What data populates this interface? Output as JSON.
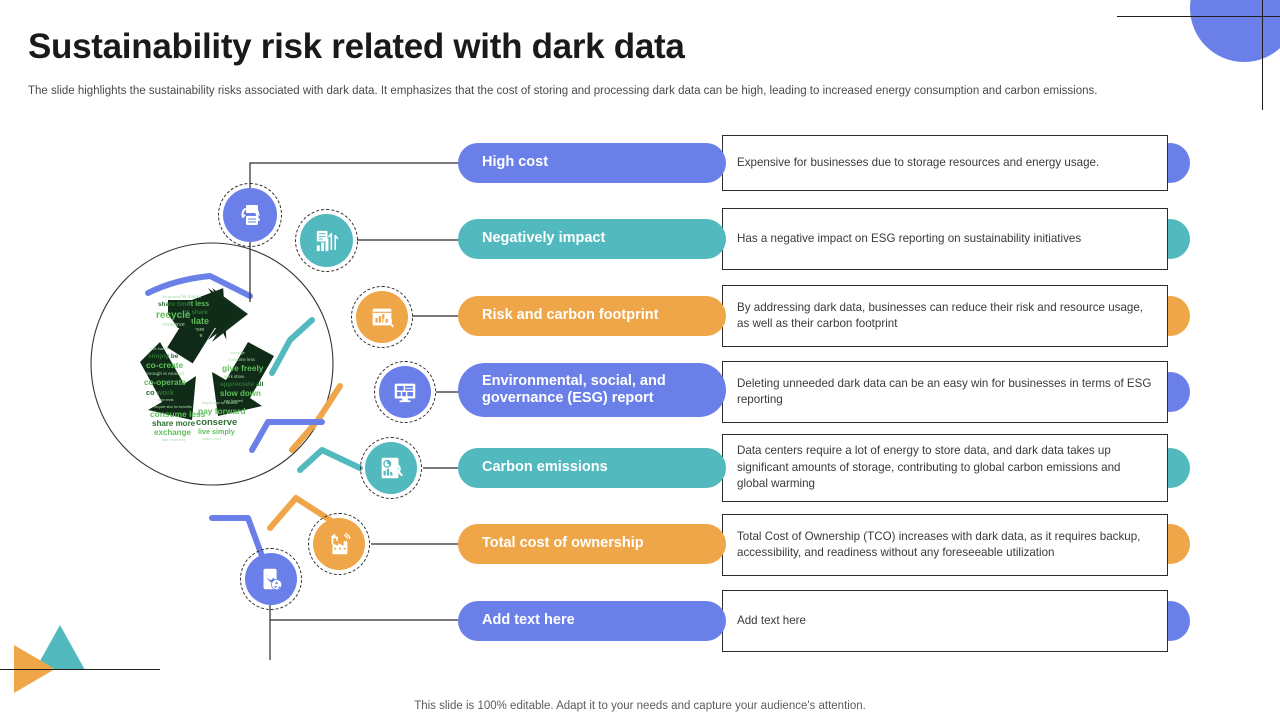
{
  "header": {
    "title": "Sustainability risk related with dark data",
    "subtitle": "The slide highlights the sustainability risks associated with dark data. It emphasizes that the cost of storing and processing dark data can be high, leading to increased energy consumption and carbon emissions."
  },
  "footer": {
    "note": "This slide is 100% editable. Adapt it to your needs and capture your audience's attention."
  },
  "colors": {
    "blue": "#6a80e8",
    "teal": "#52b9bf",
    "orange": "#efa648",
    "title": "#1a1a1a",
    "outline": "#2c2c2c"
  },
  "central_graphic": {
    "name": "recycle-word-cloud",
    "words": [
      "recycle",
      "conserve",
      "share time",
      "react less",
      "work share",
      "circulate",
      "listen more",
      "trust more",
      "offer thanks",
      "simply be",
      "co-create",
      "enough is enough",
      "co-operate",
      "co work",
      "consume less",
      "share more",
      "exchange",
      "take more time",
      "give freely",
      "appreciate all",
      "slow down",
      "consume less",
      "pay forward",
      "conserve",
      "live simply",
      "share more"
    ]
  },
  "rows": [
    {
      "title": "High cost",
      "description": "Expensive for businesses due to storage resources and energy usage.",
      "color": "#6a80e8",
      "icon": "data-backup-sync-icon"
    },
    {
      "title": "Negatively impact",
      "description": "Has a negative impact on ESG reporting on sustainability initiatives",
      "color": "#52b9bf",
      "icon": "growth-chart-report-icon"
    },
    {
      "title": "Risk and carbon footprint",
      "description": "By addressing dark data, businesses can reduce their risk and resource usage, as well as their carbon footprint",
      "color": "#efa648",
      "icon": "bar-chart-document-icon"
    },
    {
      "title": "Environmental, social, and governance (ESG) report",
      "description": "Deleting unneeded dark data can be an easy win for businesses in terms of ESG reporting",
      "color": "#6a80e8",
      "icon": "dashboard-monitor-icon"
    },
    {
      "title": "Carbon emissions",
      "description": "Data centers require a lot of energy to store data, and dark data takes up significant amounts of storage, contributing to global carbon emissions and global warming",
      "color": "#52b9bf",
      "icon": "analytics-magnifier-icon"
    },
    {
      "title": "Total cost of ownership",
      "description": "Total Cost of Ownership (TCO) increases with dark data, as it requires backup, accessibility, and readiness without any foreseeable utilization",
      "color": "#efa648",
      "icon": "factory-emissions-icon"
    },
    {
      "title": "Add text here",
      "description": "Add text here",
      "color": "#6a80e8",
      "icon": "mobile-recycle-icon"
    }
  ]
}
